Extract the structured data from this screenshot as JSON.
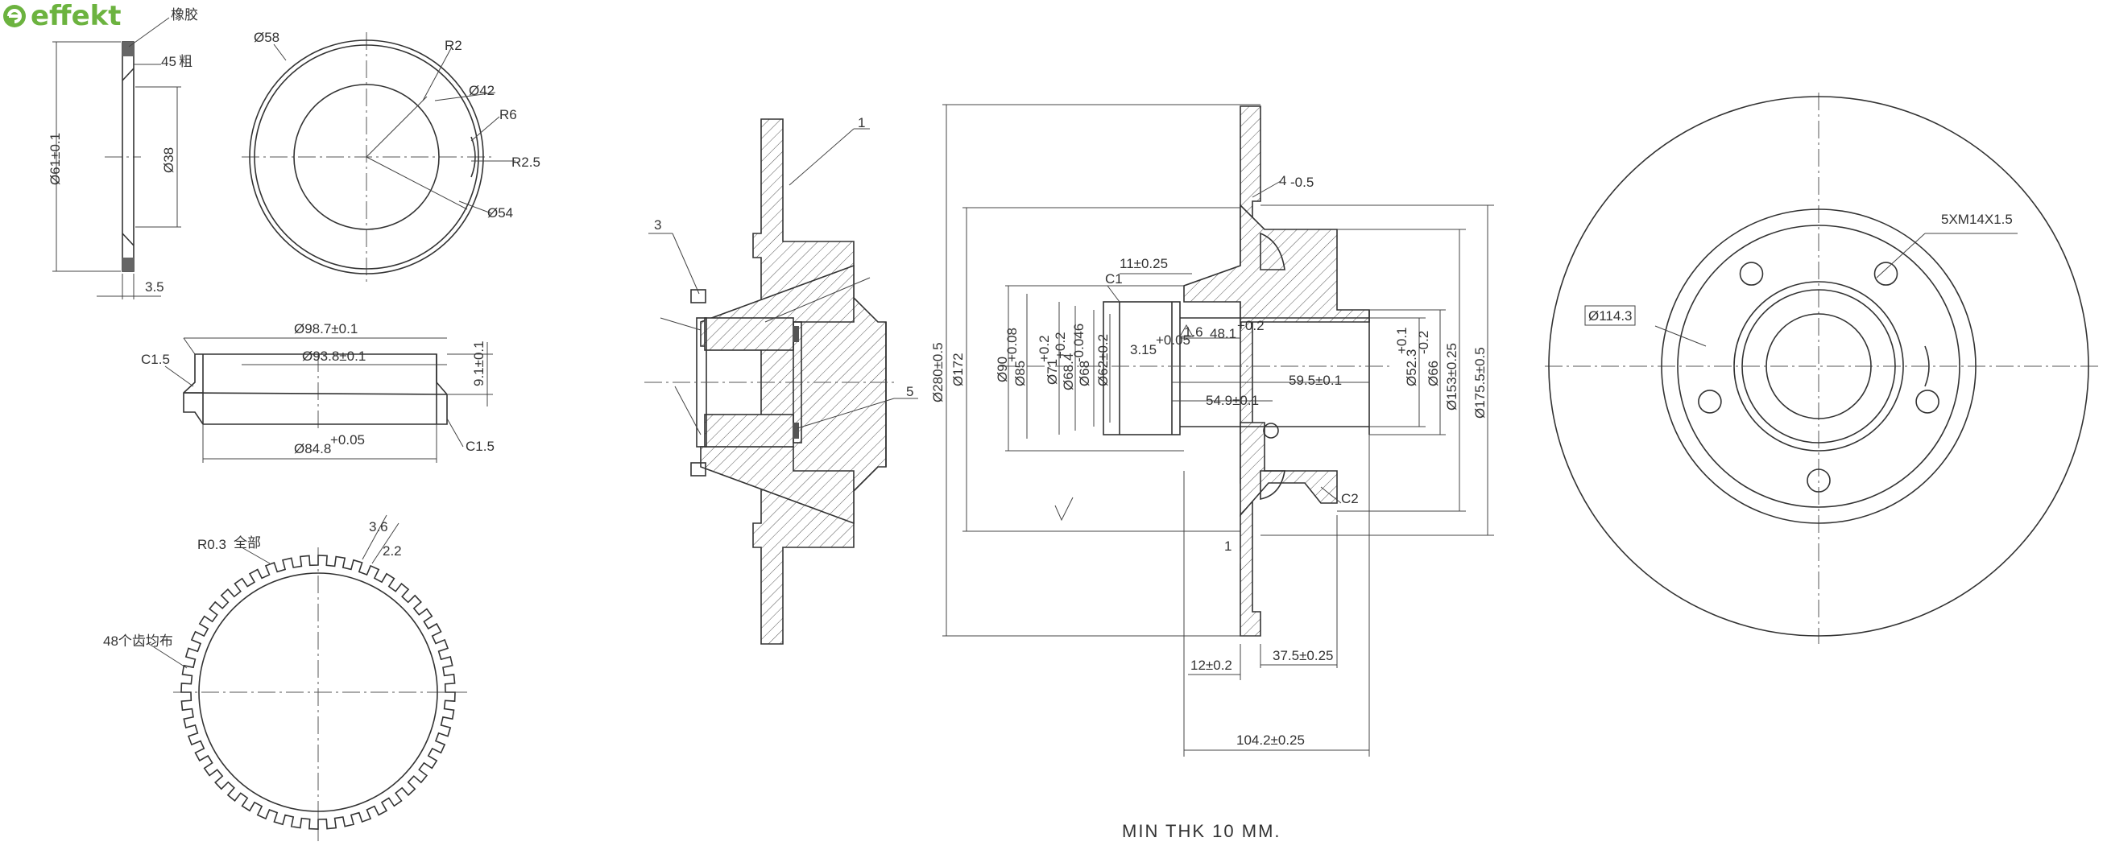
{
  "logo": {
    "text": "effekt",
    "color": "#6cb33f"
  },
  "seal": {
    "label_top": "橡胶",
    "angle": "45",
    "angle_suffix": "粗",
    "dia_outer": "Ø61±0.1",
    "dia_inner": "Ø38",
    "width": "3.5"
  },
  "ring_view": {
    "d58": "Ø58",
    "r2": "R2",
    "d42": "Ø42",
    "r6": "R6",
    "r25": "R2.5",
    "d54": "Ø54"
  },
  "bearing_ring": {
    "d987": "Ø98.7±0.1",
    "d938": "Ø93.8±0.1",
    "h91": "9.1±0.1",
    "c15_left": "C1.5",
    "c15_right": "C1.5",
    "d848": "Ø84.8",
    "d848_tol": "+0.05"
  },
  "abs_ring": {
    "r03": "R0.3",
    "r03_note": "全部",
    "t36": "3.6",
    "t22": "2.2",
    "teeth_label": "48个齿均布"
  },
  "hub_section": {
    "callout1": "1",
    "callout3": "3",
    "callout5": "5"
  },
  "disc_section": {
    "d280": "Ø280±0.5",
    "d172": "Ø172",
    "d90": "Ø90",
    "d85": "Ø85",
    "d85_tol": "+0.08",
    "d71": "Ø71",
    "d71_tol": "+0.2",
    "d684": "Ø68.4",
    "d684_tol": "+0.2",
    "d68": "Ø68",
    "d68_tol": "-0.046",
    "d62": "Ø62±0.2",
    "c1": "C1",
    "t11": "11±0.25",
    "t315": "3.15",
    "t315_tol": "+0.05",
    "t16": "1.6",
    "t481": "48.1",
    "t481_tol": "+0.2",
    "t595": "59.5±0.1",
    "t549": "54.9±0.1",
    "d523": "Ø52.3",
    "d523_tol": "+0.1",
    "d66": "Ø66",
    "d66_tol": "-0.2",
    "d153": "Ø153±0.25",
    "d1755": "Ø175.5±0.5",
    "t4": "4",
    "t4_tol": "-0.5",
    "c2": "C2",
    "t1": "1",
    "t12": "12±0.2",
    "t375": "37.5±0.25",
    "t1042": "104.2±0.25"
  },
  "front_view": {
    "bolt": "5XM14X1.5",
    "pcd": "Ø114.3"
  },
  "note": "MIN THK 10 MM."
}
